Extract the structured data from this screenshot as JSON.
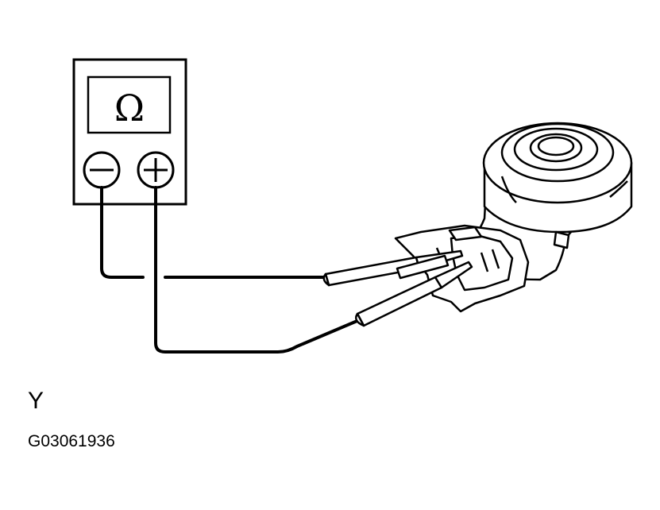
{
  "meter": {
    "display_symbol": "Ω",
    "negative_terminal": "−",
    "positive_terminal": "+"
  },
  "figure": {
    "label": "Y",
    "code": "G03061936"
  },
  "colors": {
    "line": "#000000",
    "background": "#ffffff"
  }
}
